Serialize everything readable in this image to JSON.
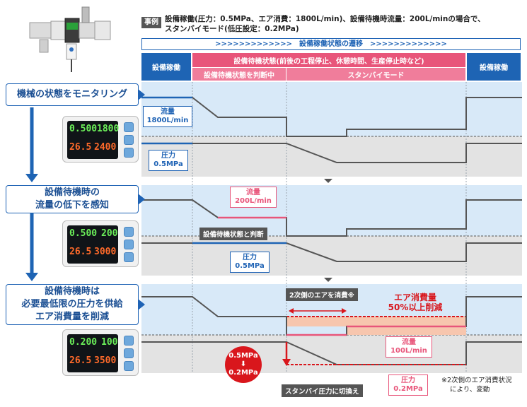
{
  "example": {
    "tag": "事例",
    "line1": "設備稼働(圧力：0.5MPa、エア消費：1800L/min)、設備待機時流量：200L/minの場合で、",
    "line2": "スタンバイモード(低圧設定：0.2MPa)"
  },
  "transition_bar": ">>>>>>>>>>>>>　設備稼働状態の遷移　>>>>>>>>>>>>>",
  "headers": {
    "running_left": "設備稼働",
    "standby_state": "設備待機状態(前後の工程停止、休憩時間、生産停止時など)",
    "judging": "設備待機状態を判断中",
    "standby_mode": "スタンバイモード",
    "running_right": "設備稼働"
  },
  "steps": [
    {
      "label": "機械の状態をモニタリング"
    },
    {
      "line1": "設備待機時の",
      "line2": "流量の低下を感知"
    },
    {
      "line1": "設備待機時は",
      "line2": "必要最低限の圧力を供給",
      "line3": "エア消費量を削減"
    }
  ],
  "panel1": {
    "flow_label": "流量",
    "flow_value": "1800L/min",
    "pressure_label": "圧力",
    "pressure_value": "0.5MPa"
  },
  "panel2": {
    "flow_label": "流量",
    "flow_value": "200L/min",
    "judge_tag": "設備待機状態と判断",
    "pressure_label": "圧力",
    "pressure_value": "0.5MPa"
  },
  "panel3": {
    "secondary_tag": "2次側のエアを消費※",
    "saving_line1": "エア消費量",
    "saving_line2": "50%以上削減",
    "flow_label": "流量",
    "flow_value": "100L/min",
    "pressure_label": "圧力",
    "pressure_value": "0.2MPa",
    "circle_top": "0.5MPa",
    "circle_arrow": "⬇",
    "circle_bottom": "0.2MPa",
    "switch_tag": "スタンバイ圧力に切換え"
  },
  "devices": [
    {
      "g1": "0.500",
      "g2": "1800",
      "r1": "26.5",
      "r2": "2400"
    },
    {
      "g1": "0.500",
      "g2": "200",
      "r1": "26.5",
      "r2": "3000"
    },
    {
      "g1": "0.200",
      "g2": "100",
      "r1": "26.5",
      "r2": "3500"
    }
  ],
  "footnote": {
    "line1": "※2次側のエア消費状況",
    "line2": "により、変動"
  },
  "colors": {
    "blue": "#1e64b4",
    "pink": "#e8557a",
    "red": "#d9161c",
    "band_blue": "#d8e9f8",
    "band_gray": "#e3e3e3",
    "fill_saving": "#f7c6ae"
  }
}
